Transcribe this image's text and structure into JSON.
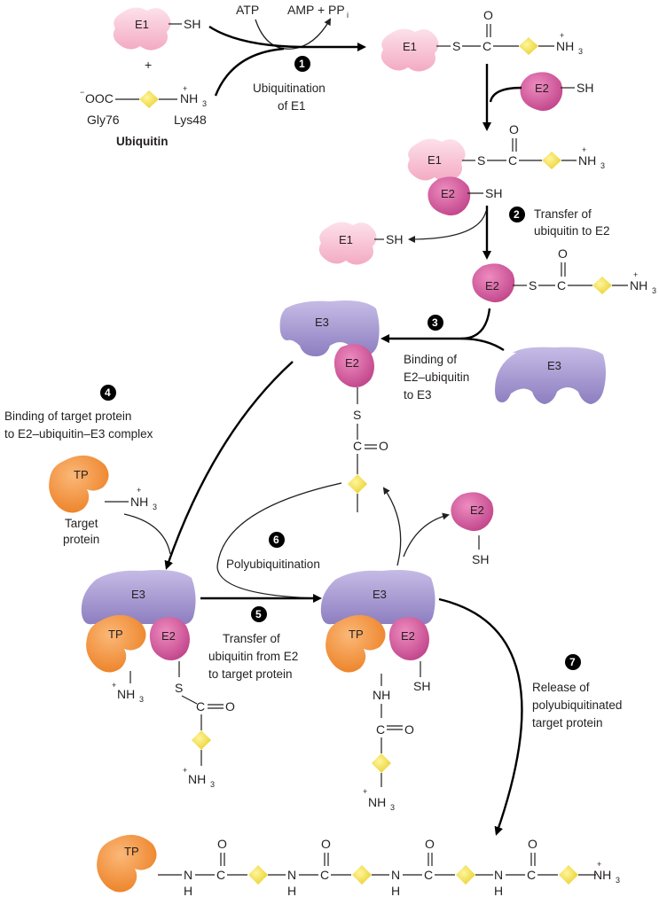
{
  "proteins": {
    "e1": "E1",
    "e2": "E2",
    "e3": "E3",
    "tp": "TP"
  },
  "groups": {
    "sh": "SH",
    "s": "S",
    "nh": "NH",
    "n": "N",
    "h": "H",
    "o": "O",
    "c": "C"
  },
  "ubiquitin": {
    "ooc": "OOC",
    "minus": "−",
    "nh3": "NH",
    "sub3": "3",
    "plus": "+",
    "gly": "Gly76",
    "lys": "Lys48",
    "title": "Ubiquitin"
  },
  "reagents": {
    "atp": "ATP",
    "amp": "AMP + PP",
    "sub_i": "i",
    "plus_sign": "+"
  },
  "steps": {
    "s1": {
      "num": "1",
      "line1": "Ubiquitination",
      "line2": "of E1"
    },
    "s2": {
      "num": "2",
      "line1": "Transfer of",
      "line2": "ubiquitin to E2"
    },
    "s3": {
      "num": "3",
      "line1": "Binding of",
      "line2": "E2–ubiquitin",
      "line3": "to E3"
    },
    "s4": {
      "num": "4",
      "line1": "Binding of target protein",
      "line2": "to E2–ubiquitin–E3 complex"
    },
    "s5": {
      "num": "5",
      "line1": "Transfer of",
      "line2": "ubiquitin from E2",
      "line3": "to target protein"
    },
    "s6": {
      "num": "6",
      "line1": "Polyubiquitination"
    },
    "s7": {
      "num": "7",
      "line1": "Release of",
      "line2": "polyubiquitinated",
      "line3": "target protein"
    }
  },
  "target": {
    "line1": "Target",
    "line2": "protein"
  },
  "colors": {
    "e1": "#f7c2d4",
    "e2": "#d6589e",
    "e3": "#a697cf",
    "tp": "#f59a49",
    "ubiquitin": "#f5e24a",
    "arrow": "#000000",
    "text": "#231f20"
  }
}
